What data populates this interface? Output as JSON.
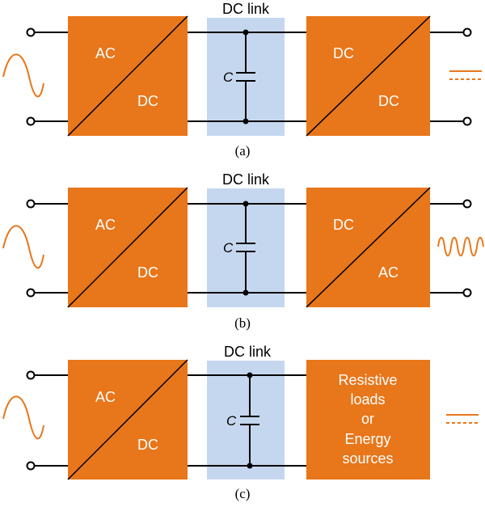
{
  "panels": [
    {
      "caption": "(a)",
      "dc_link_label": "DC link",
      "capacitor_label": "C",
      "left_block": {
        "top_label": "AC",
        "bottom_label": "DC"
      },
      "right_block": {
        "type": "converter",
        "top_label": "DC",
        "bottom_label": "DC"
      },
      "input_symbol": "sine-wave",
      "output_symbol": "dc"
    },
    {
      "caption": "(b)",
      "dc_link_label": "DC link",
      "capacitor_label": "C",
      "left_block": {
        "top_label": "AC",
        "bottom_label": "DC"
      },
      "right_block": {
        "type": "converter",
        "top_label": "DC",
        "bottom_label": "AC"
      },
      "input_symbol": "sine-wave",
      "output_symbol": "high-frequency-sine-wave"
    },
    {
      "caption": "(c)",
      "dc_link_label": "DC link",
      "capacitor_label": "C",
      "left_block": {
        "top_label": "AC",
        "bottom_label": "DC"
      },
      "right_block": {
        "type": "load",
        "lines": [
          "Resistive",
          "loads",
          "or",
          "Energy",
          "sources"
        ]
      },
      "input_symbol": "sine-wave",
      "output_symbol": "dc"
    }
  ],
  "colors": {
    "converter": "#E8761A",
    "dc_link": "#C5D7EE",
    "wire": "#000000"
  }
}
